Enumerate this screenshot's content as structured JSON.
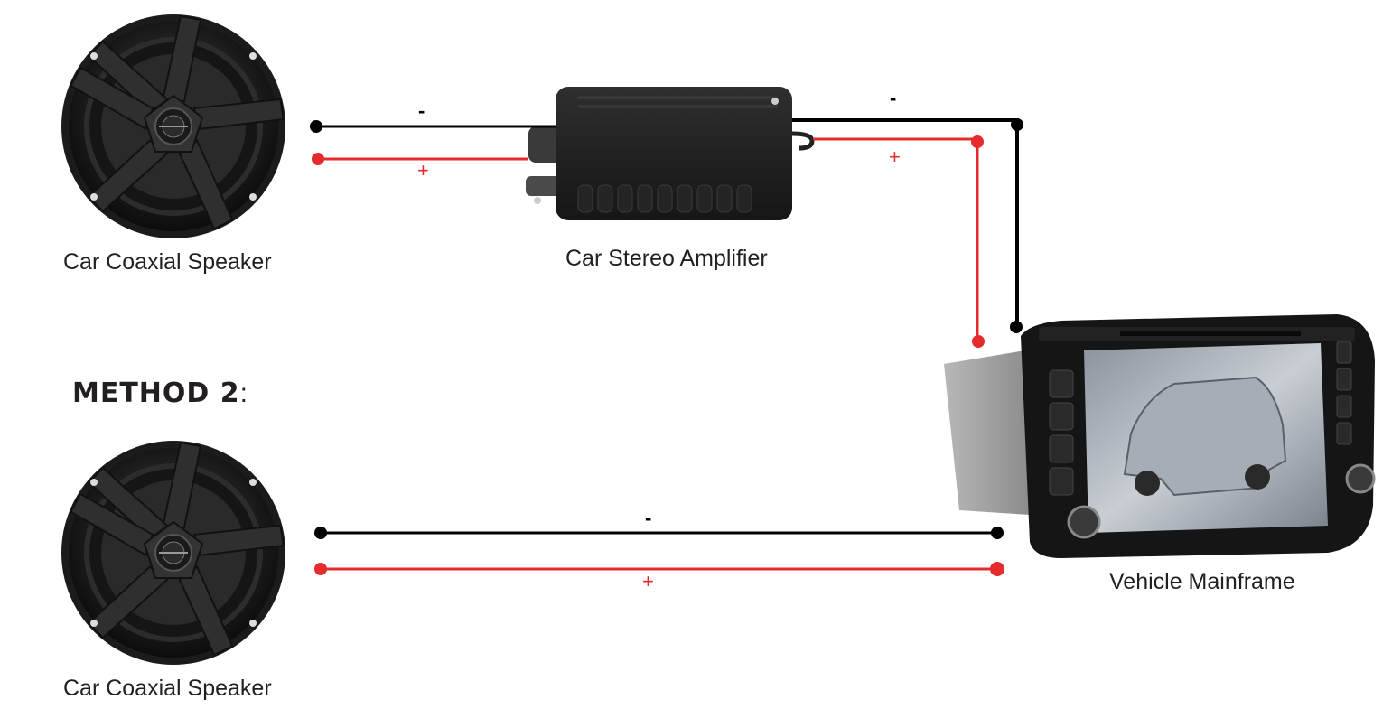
{
  "diagram": {
    "method1": {
      "speaker_label": "Car Coaxial Speaker",
      "amplifier_label": "Car Stereo Amplifier",
      "wire_left_negative": "-",
      "wire_left_positive": "+",
      "wire_right_negative": "-",
      "wire_right_positive": "+"
    },
    "method2": {
      "heading": "METHOD 2",
      "heading_colon": ":",
      "speaker_label": "Car Coaxial Speaker",
      "wire_negative": "-",
      "wire_positive": "+"
    },
    "mainframe_label": "Vehicle Mainframe",
    "colors": {
      "negative_wire": "#000000",
      "positive_wire": "#e52b2b"
    }
  }
}
